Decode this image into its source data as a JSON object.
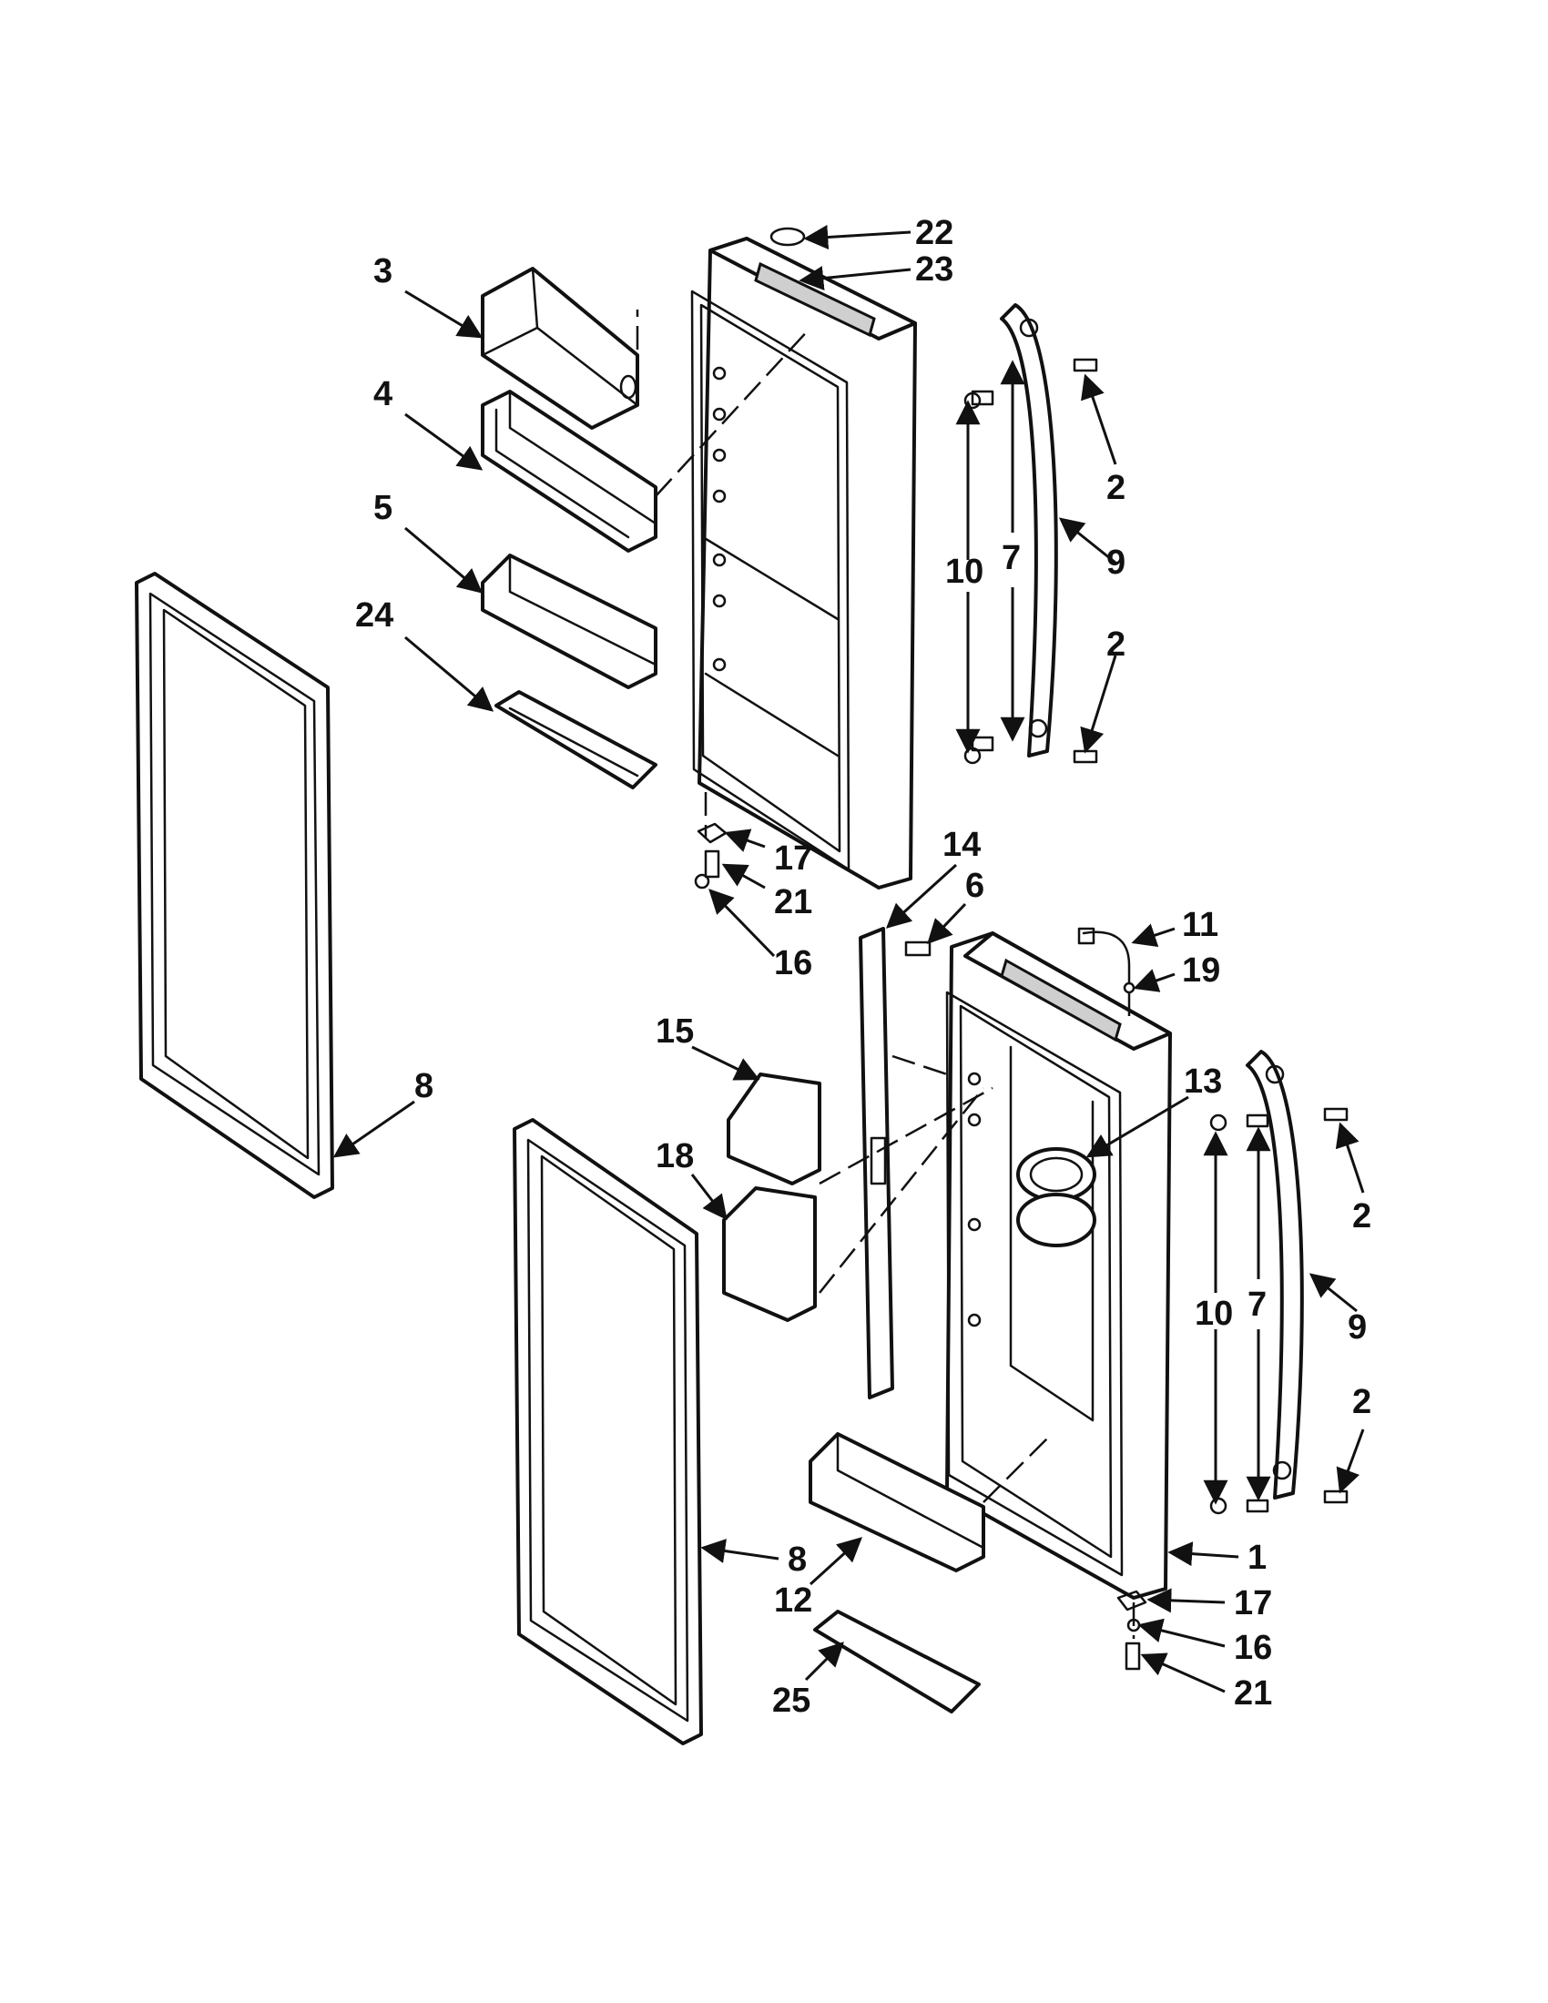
{
  "diagram": {
    "part_labels": {
      "p22": "22",
      "p23": "23",
      "p3": "3",
      "p4": "4",
      "p5": "5",
      "p24": "24",
      "p2_top_upper": "2",
      "p2_top_lower": "2",
      "p7_top": "7",
      "p9_top": "9",
      "p10_top": "10",
      "p17_top": "17",
      "p21_top": "21",
      "p16_top": "16",
      "p8_left": "8",
      "p14": "14",
      "p6": "6",
      "p11": "11",
      "p19": "19",
      "p15": "15",
      "p18": "18",
      "p13": "13",
      "p2_bot_upper": "2",
      "p2_bot_lower": "2",
      "p7_bot": "7",
      "p9_bot": "9",
      "p10_bot": "10",
      "p8_bottom": "8",
      "p1": "1",
      "p17_bot": "17",
      "p16_bot": "16",
      "p21_bot": "21",
      "p12": "12",
      "p25": "25"
    }
  }
}
